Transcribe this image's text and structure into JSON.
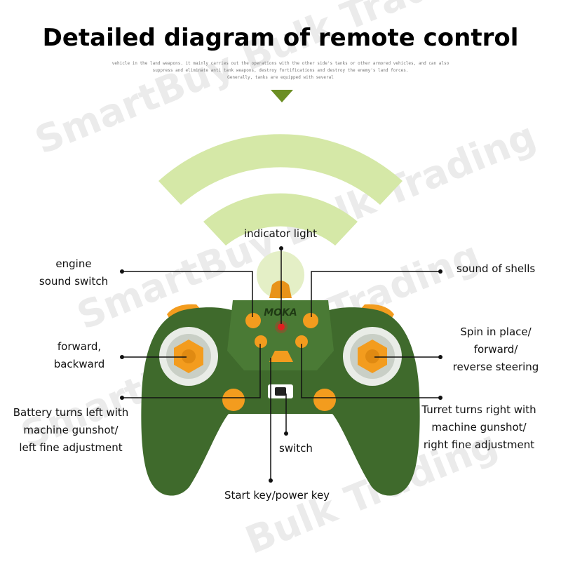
{
  "title": "Detailed diagram of remote control",
  "fine_print": [
    "vehicle in the land weapons. it mainly carries out the operations with the other side's tanks or other armored vehicles, and can also",
    "suppress and eliminate anti tank weapons, destroy fortifications and destroy the enemy's land forces.",
    "Generally, tanks are equipped with several"
  ],
  "brand": "MOKA",
  "watermark": {
    "lines": [
      "SmartBuy Bulk Trading",
      "SmartBuy Bulk Trading",
      "SmartBuy Bulk Trading",
      "Bulk Trading"
    ]
  },
  "labels": {
    "indicator_light": "indicator light",
    "engine_sound_switch": [
      "engine",
      "sound switch"
    ],
    "sound_of_shells": "sound of shells",
    "forward_backward": [
      "forward,",
      "backward"
    ],
    "spin_in_place": [
      "Spin in place/",
      "forward/",
      "reverse steering"
    ],
    "battery_turns_left": [
      "Battery turns left with",
      "machine gunshot/",
      "left fine adjustment"
    ],
    "turret_turns_right": [
      "Turret turns right with",
      "machine gunshot/",
      "right fine adjustment"
    ],
    "switch": "switch",
    "start_key": "Start key/power key"
  },
  "colors": {
    "controller_body": "#3f6a2c",
    "controller_dark": "#2d4f1f",
    "button_orange": "#f39c1e",
    "wave_green": "#d5e8a7",
    "arrow_green": "#6b8e23",
    "leader_line": "#111111",
    "indicator_red": "#e02020"
  }
}
